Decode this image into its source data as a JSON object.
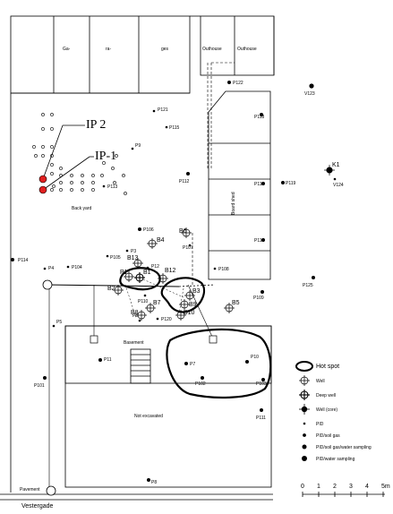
{
  "labels": {
    "garage_1": "Ga-",
    "garage_2": "ra-",
    "garage_3": "ges",
    "outhouse_1": "Outhouse",
    "outhouse_2": "Outhouse",
    "back_yard": "Back yard",
    "basement": "Basement",
    "not_excavated": "Not excavated",
    "pavement": "Pavement",
    "street": "Vestergade",
    "board_shed": "Board shed",
    "ip2": "IP 2",
    "ip1": "IP-1"
  },
  "points": [
    {
      "id": "P122",
      "label": "P122"
    },
    {
      "id": "V123",
      "label": "V123"
    },
    {
      "id": "P121",
      "label": "P121"
    },
    {
      "id": "P118",
      "label": "P118"
    },
    {
      "id": "P115",
      "label": "P115"
    },
    {
      "id": "P9",
      "label": "P9"
    },
    {
      "id": "P112",
      "label": "P112"
    },
    {
      "id": "P113",
      "label": "P113"
    },
    {
      "id": "P117",
      "label": "P117"
    },
    {
      "id": "P119",
      "label": "P119"
    },
    {
      "id": "K1",
      "label": "K1"
    },
    {
      "id": "V124",
      "label": "V124"
    },
    {
      "id": "P106",
      "label": "P106"
    },
    {
      "id": "B6",
      "label": "B6"
    },
    {
      "id": "P107",
      "label": "P107"
    },
    {
      "id": "P116",
      "label": "P116"
    },
    {
      "id": "B4",
      "label": "B4"
    },
    {
      "id": "P3",
      "label": "P3"
    },
    {
      "id": "P105",
      "label": "P105"
    },
    {
      "id": "P114",
      "label": "P114"
    },
    {
      "id": "P4",
      "label": "P4"
    },
    {
      "id": "P104",
      "label": "P104"
    },
    {
      "id": "B13",
      "label": "B13"
    },
    {
      "id": "P12",
      "label": "P12"
    },
    {
      "id": "P1",
      "label": "P1"
    },
    {
      "id": "B1",
      "label": "B1"
    },
    {
      "id": "B12",
      "label": "B12"
    },
    {
      "id": "P108",
      "label": "P108"
    },
    {
      "id": "P125",
      "label": "P125"
    },
    {
      "id": "B2",
      "label": "B2"
    },
    {
      "id": "B3",
      "label": "B3"
    },
    {
      "id": "P109",
      "label": "P109"
    },
    {
      "id": "P110",
      "label": "P110"
    },
    {
      "id": "B7",
      "label": "B7"
    },
    {
      "id": "B9",
      "label": "B9"
    },
    {
      "id": "B5",
      "label": "B5"
    },
    {
      "id": "B8",
      "label": "B8"
    },
    {
      "id": "B10",
      "label": "B10"
    },
    {
      "id": "P120",
      "label": "P120"
    },
    {
      "id": "P6",
      "label": "P6"
    },
    {
      "id": "P5",
      "label": "P5"
    },
    {
      "id": "P11",
      "label": "P11"
    },
    {
      "id": "P101",
      "label": "P101"
    },
    {
      "id": "P7",
      "label": "P7"
    },
    {
      "id": "P10",
      "label": "P10"
    },
    {
      "id": "P102",
      "label": "P102"
    },
    {
      "id": "P103",
      "label": "P103"
    },
    {
      "id": "P111",
      "label": "P111"
    },
    {
      "id": "P8",
      "label": "P8"
    }
  ],
  "legend": {
    "hot_spot": "Hot spot",
    "well": "Well",
    "deep_well": "Deep well",
    "well_core": "Well (core)",
    "pid": "PID",
    "pid_soil_gas": "PID/soil gas",
    "pid_soil_gas_water": "PID/soil gas/water sampling",
    "pid_water": "PID/water sampling"
  },
  "scale_bar": {
    "ticks": [
      "0",
      "1",
      "2",
      "3",
      "4",
      "5m"
    ]
  },
  "colors": {
    "ip_marker": "#e02020"
  }
}
